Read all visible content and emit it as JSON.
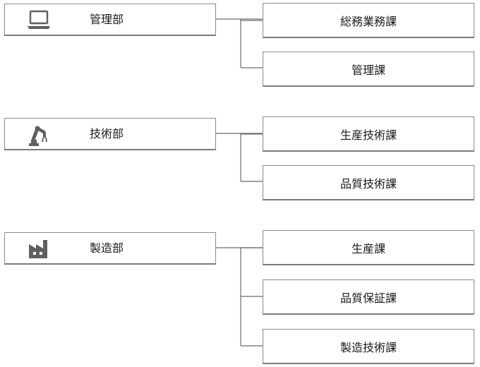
{
  "departments": [
    {
      "label": "管理部",
      "icon": "laptop-icon",
      "sections": [
        "総務業務課",
        "管理課"
      ]
    },
    {
      "label": "技術部",
      "icon": "robot-arm-icon",
      "sections": [
        "生産技術課",
        "品質技術課"
      ]
    },
    {
      "label": "製造部",
      "icon": "factory-icon",
      "sections": [
        "生産課",
        "品質保証課",
        "製造技術課"
      ]
    }
  ],
  "colors": {
    "line": "#6b6b6b",
    "border": "#8a8a8a",
    "icon": "#606060"
  }
}
